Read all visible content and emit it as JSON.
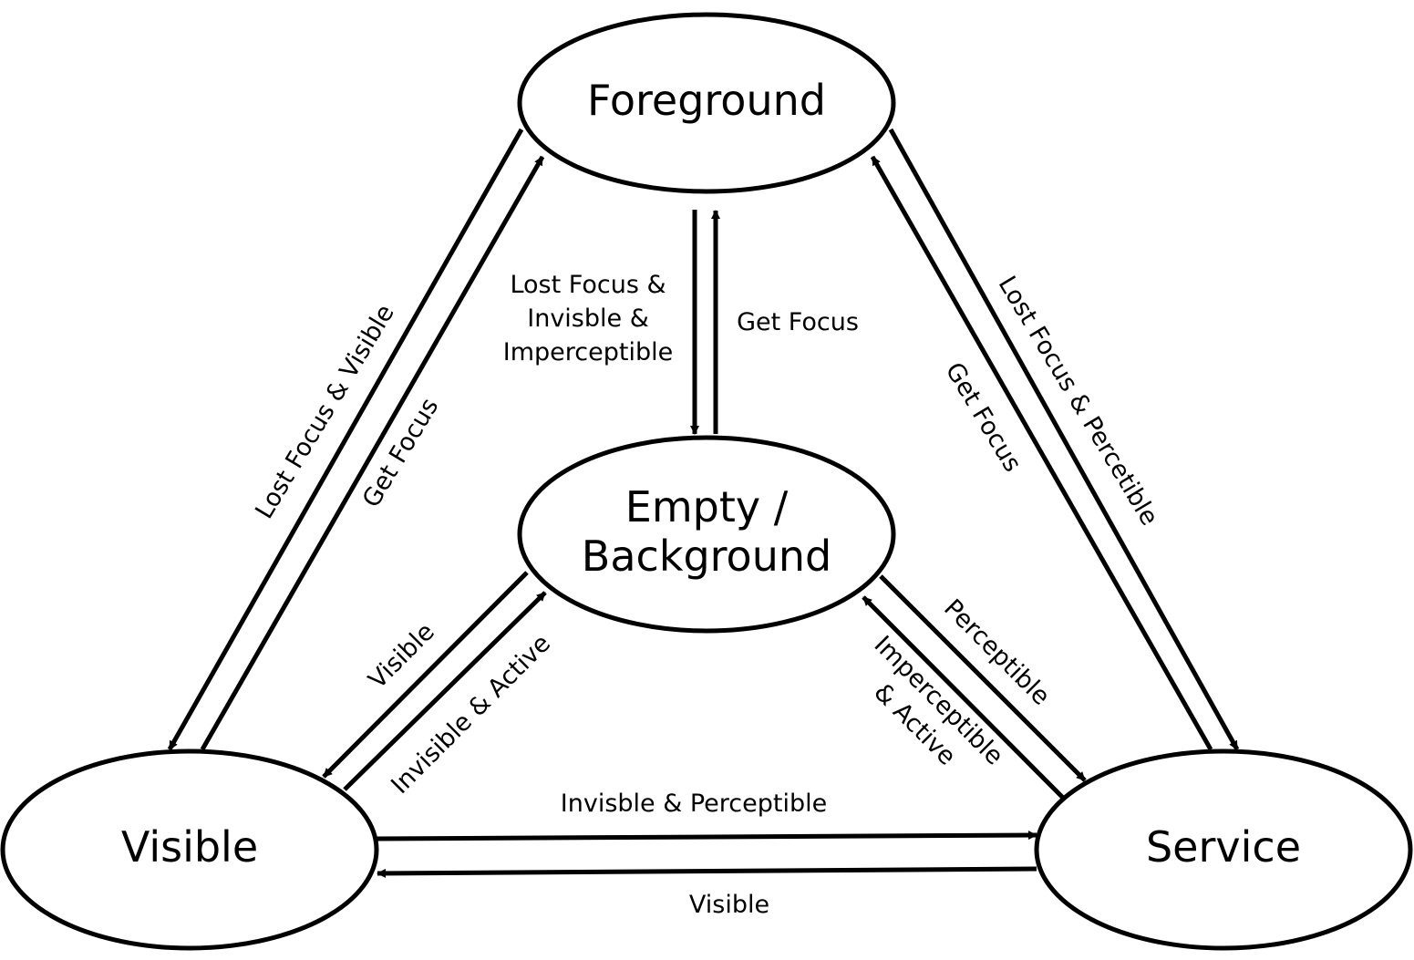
{
  "diagram": {
    "type": "state-transition",
    "states": [
      {
        "id": "foreground",
        "lines": [
          "Foreground"
        ]
      },
      {
        "id": "empty-background",
        "lines": [
          "Empty /",
          "Background"
        ]
      },
      {
        "id": "visible",
        "lines": [
          "Visible"
        ]
      },
      {
        "id": "service",
        "lines": [
          "Service"
        ]
      }
    ],
    "transitions": [
      {
        "id": "fg-to-visible",
        "from": "foreground",
        "to": "visible",
        "lines": [
          "Lost Focus & Visible"
        ]
      },
      {
        "id": "visible-to-fg",
        "from": "visible",
        "to": "foreground",
        "lines": [
          "Get Focus"
        ]
      },
      {
        "id": "fg-to-bg",
        "from": "foreground",
        "to": "empty-background",
        "lines": [
          "Lost Focus &",
          "Invisble &",
          "Imperceptible"
        ]
      },
      {
        "id": "bg-to-fg",
        "from": "empty-background",
        "to": "foreground",
        "lines": [
          "Get Focus"
        ]
      },
      {
        "id": "fg-to-service",
        "from": "foreground",
        "to": "service",
        "lines": [
          "Lost Focus & Percetible"
        ]
      },
      {
        "id": "service-to-fg",
        "from": "service",
        "to": "foreground",
        "lines": [
          "Get Focus"
        ]
      },
      {
        "id": "bg-to-visible",
        "from": "empty-background",
        "to": "visible",
        "lines": [
          "Visible"
        ]
      },
      {
        "id": "visible-to-bg",
        "from": "visible",
        "to": "empty-background",
        "lines": [
          "Invisible & Active"
        ]
      },
      {
        "id": "bg-to-service",
        "from": "empty-background",
        "to": "service",
        "lines": [
          "Perceptible"
        ]
      },
      {
        "id": "service-to-bg",
        "from": "service",
        "to": "empty-background",
        "lines": [
          "Imperceptible",
          "& Active"
        ]
      },
      {
        "id": "visible-to-service",
        "from": "visible",
        "to": "service",
        "lines": [
          "Invisble & Perceptible"
        ]
      },
      {
        "id": "service-to-visible",
        "from": "service",
        "to": "visible",
        "lines": [
          "Visible"
        ]
      }
    ]
  }
}
